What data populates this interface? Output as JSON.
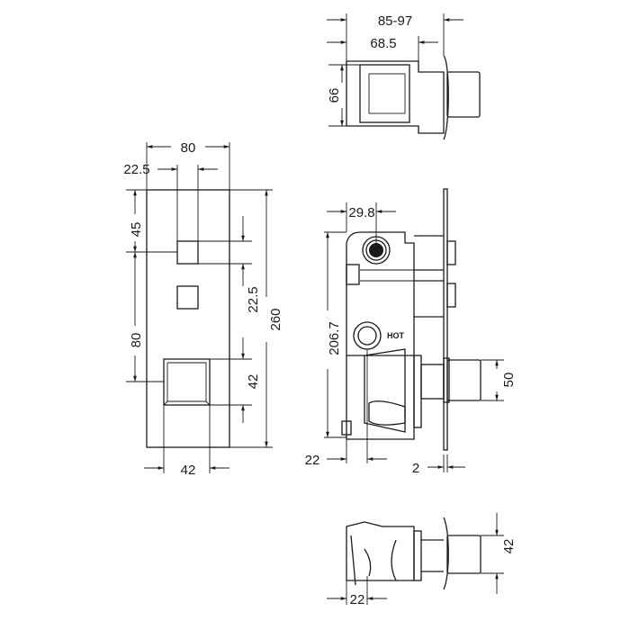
{
  "front_view": {
    "width_total": "80",
    "offset_left": "22.5",
    "top_to_knob": "45",
    "knob_spacing": "80",
    "knob_gap": "22.5",
    "height_total": "260",
    "control_height": "42",
    "control_width": "42"
  },
  "side_view": {
    "port_offset": "29.8",
    "body_height": "206.7",
    "control_diameter": "50",
    "body_depth": "22",
    "plate_thickness": "2",
    "port_label": "HOT"
  },
  "top_view": {
    "depth_range": "85-97",
    "depth_body": "68.5",
    "height": "66"
  },
  "bottom_view": {
    "height": "42",
    "offset": "22"
  },
  "colors": {
    "line": "#1a1a1a",
    "background": "#ffffff"
  }
}
